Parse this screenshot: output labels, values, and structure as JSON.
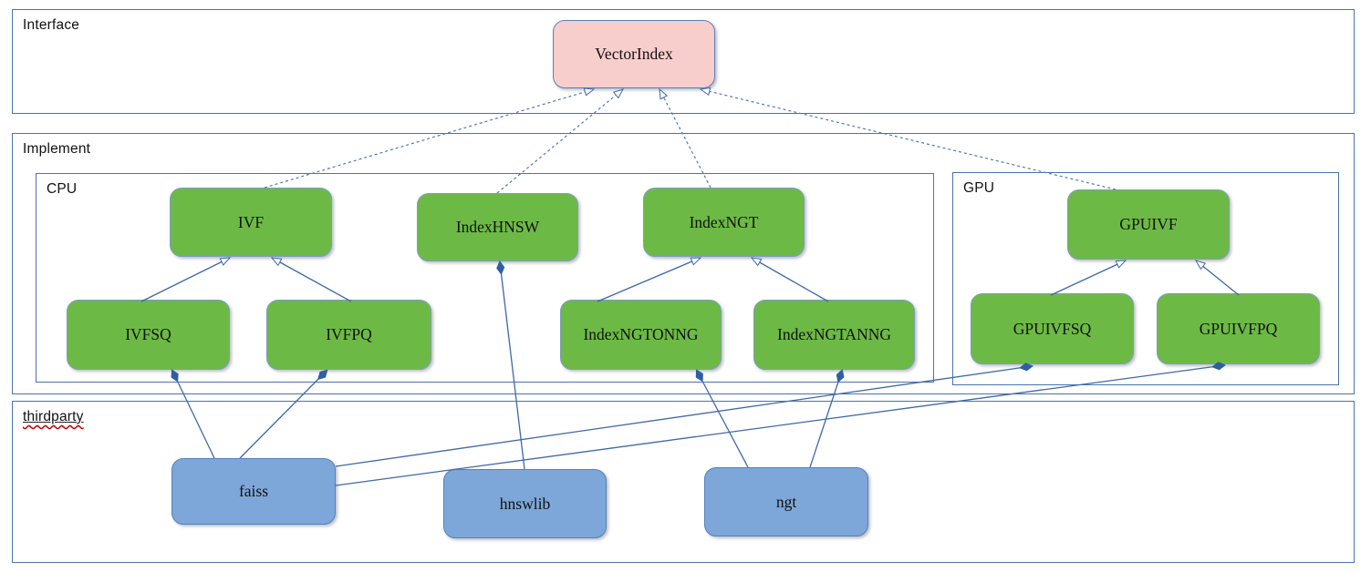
{
  "diagram": {
    "containers": {
      "interface": {
        "label": "Interface"
      },
      "implement": {
        "label": "Implement"
      },
      "cpu": {
        "label": "CPU"
      },
      "gpu": {
        "label": "GPU"
      },
      "thirdparty": {
        "label": "thirdparty"
      }
    },
    "nodes": {
      "vectorindex": {
        "label": "VectorIndex",
        "group": "interface"
      },
      "ivf": {
        "label": "IVF",
        "group": "cpu"
      },
      "indexhnsw": {
        "label": "IndexHNSW",
        "group": "cpu"
      },
      "indexngt": {
        "label": "IndexNGT",
        "group": "cpu"
      },
      "ivfsq": {
        "label": "IVFSQ",
        "group": "cpu"
      },
      "ivfpq": {
        "label": "IVFPQ",
        "group": "cpu"
      },
      "indexngtonng": {
        "label": "IndexNGTONNG",
        "group": "cpu"
      },
      "indexngtanng": {
        "label": "IndexNGTANNG",
        "group": "cpu"
      },
      "gpuivf": {
        "label": "GPUIVF",
        "group": "gpu"
      },
      "gpuivfsq": {
        "label": "GPUIVFSQ",
        "group": "gpu"
      },
      "gpuivfpq": {
        "label": "GPUIVFPQ",
        "group": "gpu"
      },
      "faiss": {
        "label": "faiss",
        "group": "thirdparty"
      },
      "hnswlib": {
        "label": "hnswlib",
        "group": "thirdparty"
      },
      "ngt": {
        "label": "ngt",
        "group": "thirdparty"
      }
    },
    "edges": [
      {
        "from": "IVF",
        "to": "VectorIndex",
        "type": "realization"
      },
      {
        "from": "IndexHNSW",
        "to": "VectorIndex",
        "type": "realization"
      },
      {
        "from": "IndexNGT",
        "to": "VectorIndex",
        "type": "realization"
      },
      {
        "from": "GPUIVF",
        "to": "VectorIndex",
        "type": "realization"
      },
      {
        "from": "IVFSQ",
        "to": "IVF",
        "type": "inheritance"
      },
      {
        "from": "IVFPQ",
        "to": "IVF",
        "type": "inheritance"
      },
      {
        "from": "IndexNGTONNG",
        "to": "IndexNGT",
        "type": "inheritance"
      },
      {
        "from": "IndexNGTANNG",
        "to": "IndexNGT",
        "type": "inheritance"
      },
      {
        "from": "GPUIVFSQ",
        "to": "GPUIVF",
        "type": "inheritance"
      },
      {
        "from": "GPUIVFPQ",
        "to": "GPUIVF",
        "type": "inheritance"
      },
      {
        "from": "faiss",
        "to": "IVFSQ",
        "type": "composition"
      },
      {
        "from": "faiss",
        "to": "IVFPQ",
        "type": "composition"
      },
      {
        "from": "faiss",
        "to": "GPUIVFSQ",
        "type": "composition"
      },
      {
        "from": "faiss",
        "to": "GPUIVFPQ",
        "type": "composition"
      },
      {
        "from": "hnswlib",
        "to": "IndexHNSW",
        "type": "composition"
      },
      {
        "from": "ngt",
        "to": "IndexNGTONNG",
        "type": "composition"
      },
      {
        "from": "ngt",
        "to": "IndexNGTANNG",
        "type": "composition"
      }
    ],
    "colors": {
      "container_border": "#4A74A8",
      "node_green": "#6CBA45",
      "node_blue": "#7DA7D8",
      "node_pink": "#F8CECC",
      "edge": "#3E68A8",
      "diamond": "#2E5FA3",
      "squiggle": "#CC0000"
    }
  }
}
